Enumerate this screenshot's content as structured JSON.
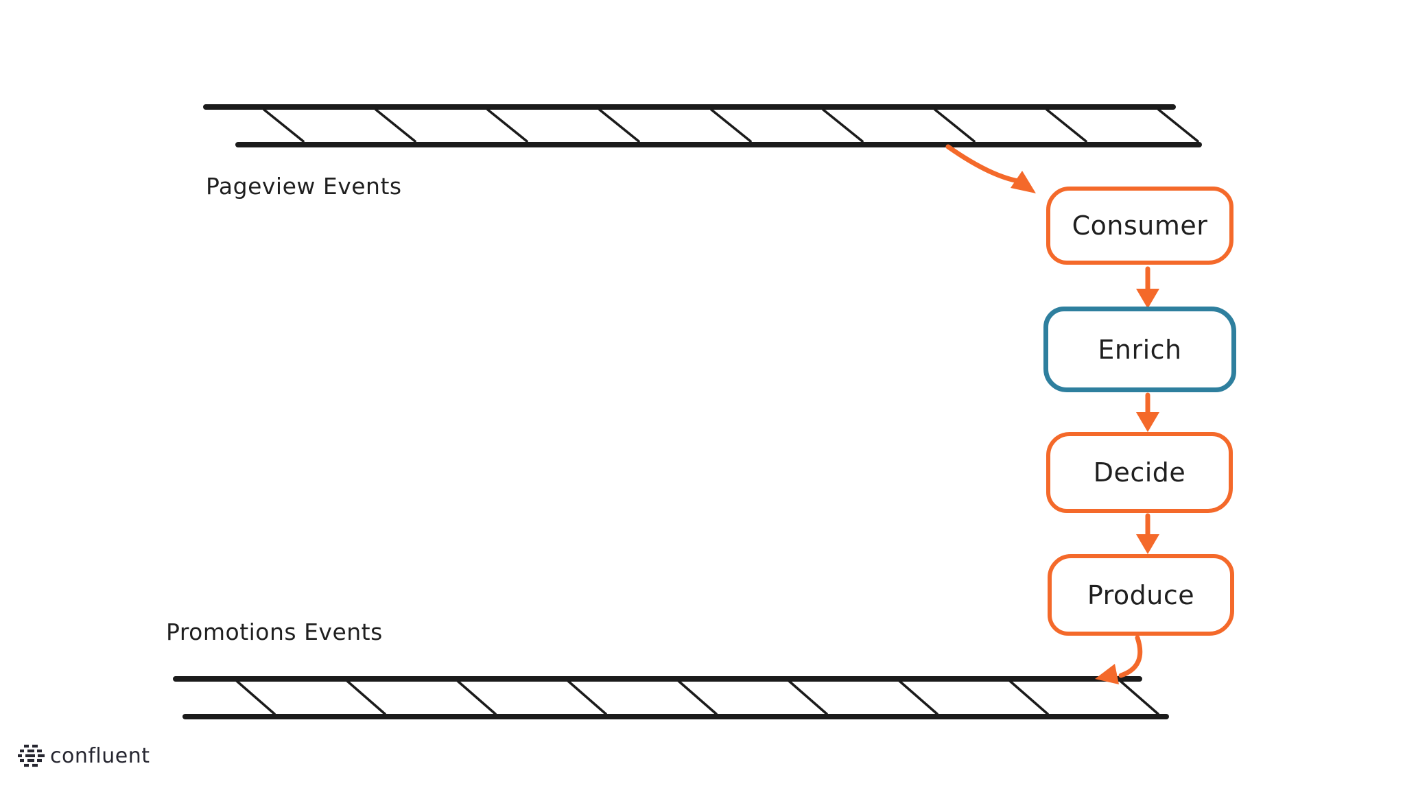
{
  "diagram": {
    "streams": [
      {
        "id": "pageview",
        "label": "Pageview Events",
        "style": "hatched-track"
      },
      {
        "id": "promotions",
        "label": "Promotions Events",
        "style": "hatched-track"
      }
    ],
    "nodes": [
      {
        "id": "consumer",
        "label": "Consumer",
        "accent": "orange"
      },
      {
        "id": "enrich",
        "label": "Enrich",
        "accent": "teal"
      },
      {
        "id": "decide",
        "label": "Decide",
        "accent": "orange"
      },
      {
        "id": "produce",
        "label": "Produce",
        "accent": "orange"
      }
    ],
    "flow": [
      "pageview-stream -> consumer",
      "consumer -> enrich",
      "enrich -> decide",
      "decide -> produce",
      "produce -> promotions-stream"
    ],
    "colors": {
      "accent_orange": "#f4692a",
      "accent_teal": "#2e7f9e",
      "track_line": "#1b1b1b",
      "text": "#1f1f1f",
      "background": "#ffffff",
      "logo": "#262630"
    }
  },
  "footer": {
    "logo_text": "confluent"
  }
}
